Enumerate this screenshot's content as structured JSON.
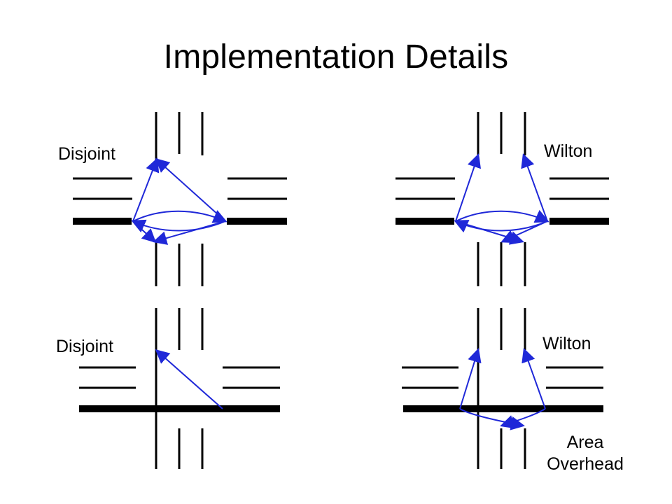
{
  "slide": {
    "title": "Implementation Details"
  },
  "labels": {
    "top_left": "Disjoint",
    "top_right": "Wilton",
    "bottom_left": "Disjoint",
    "bottom_right": "Wilton",
    "bottom_right_note_line1": "Area",
    "bottom_right_note_line2": "Overhead"
  },
  "colors": {
    "wire": "#000000",
    "switch": "#1f28d8",
    "background": "#ffffff"
  }
}
